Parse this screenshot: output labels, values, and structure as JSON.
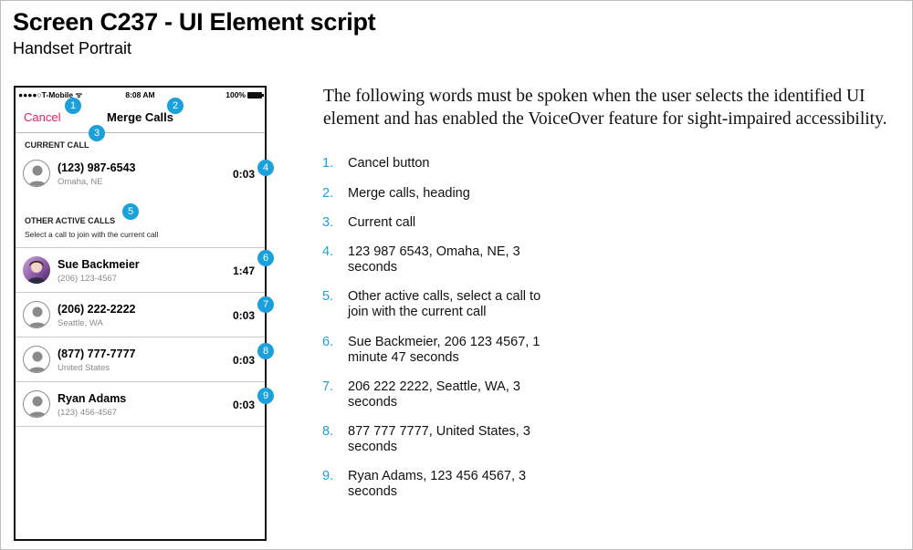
{
  "header": {
    "title": "Screen C237 - UI Element script",
    "subtitle": "Handset Portrait"
  },
  "phone": {
    "status_bar": {
      "carrier": "●●●●○T-Mobile ᯤ",
      "time": "8:08 AM",
      "battery": "100%"
    },
    "nav": {
      "cancel_label": "Cancel",
      "title": "Merge Calls"
    },
    "current_call_section": "CURRENT CALL",
    "current_call": {
      "name": "(123) 987-6543",
      "sub": "Omaha, NE",
      "time": "0:03"
    },
    "other_section": "OTHER ACTIVE CALLS",
    "other_note": "Select a call to join with the current call",
    "other_calls": [
      {
        "name": "Sue Backmeier",
        "sub": "(206) 123-4567",
        "time": "1:47"
      },
      {
        "name": "(206) 222-2222",
        "sub": "Seattle, WA",
        "time": "0:03"
      },
      {
        "name": "(877) 777-7777",
        "sub": "United States",
        "time": "0:03"
      },
      {
        "name": "Ryan Adams",
        "sub": "(123) 456-4567",
        "time": "0:03"
      }
    ],
    "badges": [
      "1",
      "2",
      "3",
      "4",
      "5",
      "6",
      "7",
      "8",
      "9"
    ]
  },
  "script": {
    "intro": "The following words must be spoken when the user selects the identified UI element and has enabled the VoiceOver feature for sight-impaired accessibility.",
    "items": [
      {
        "num": "1.",
        "text": "Cancel button"
      },
      {
        "num": "2.",
        "text": "Merge calls, heading"
      },
      {
        "num": "3.",
        "text": "Current call"
      },
      {
        "num": "4.",
        "text": "123 987 6543, Omaha, NE, 3 seconds"
      },
      {
        "num": "5.",
        "text": "Other active calls, select a call to join with the current call"
      },
      {
        "num": "6.",
        "text": "Sue Backmeier, 206 123 4567, 1 minute 47 seconds"
      },
      {
        "num": "7.",
        "text": "206 222 2222, Seattle, WA, 3 seconds"
      },
      {
        "num": "8.",
        "text": "877 777 7777, United States, 3 seconds"
      },
      {
        "num": "9.",
        "text": "Ryan Adams, 123 456 4567, 3 seconds"
      }
    ]
  },
  "colors": {
    "accent_badge": "#1aa1dc",
    "cancel_pink": "#e0245e"
  }
}
